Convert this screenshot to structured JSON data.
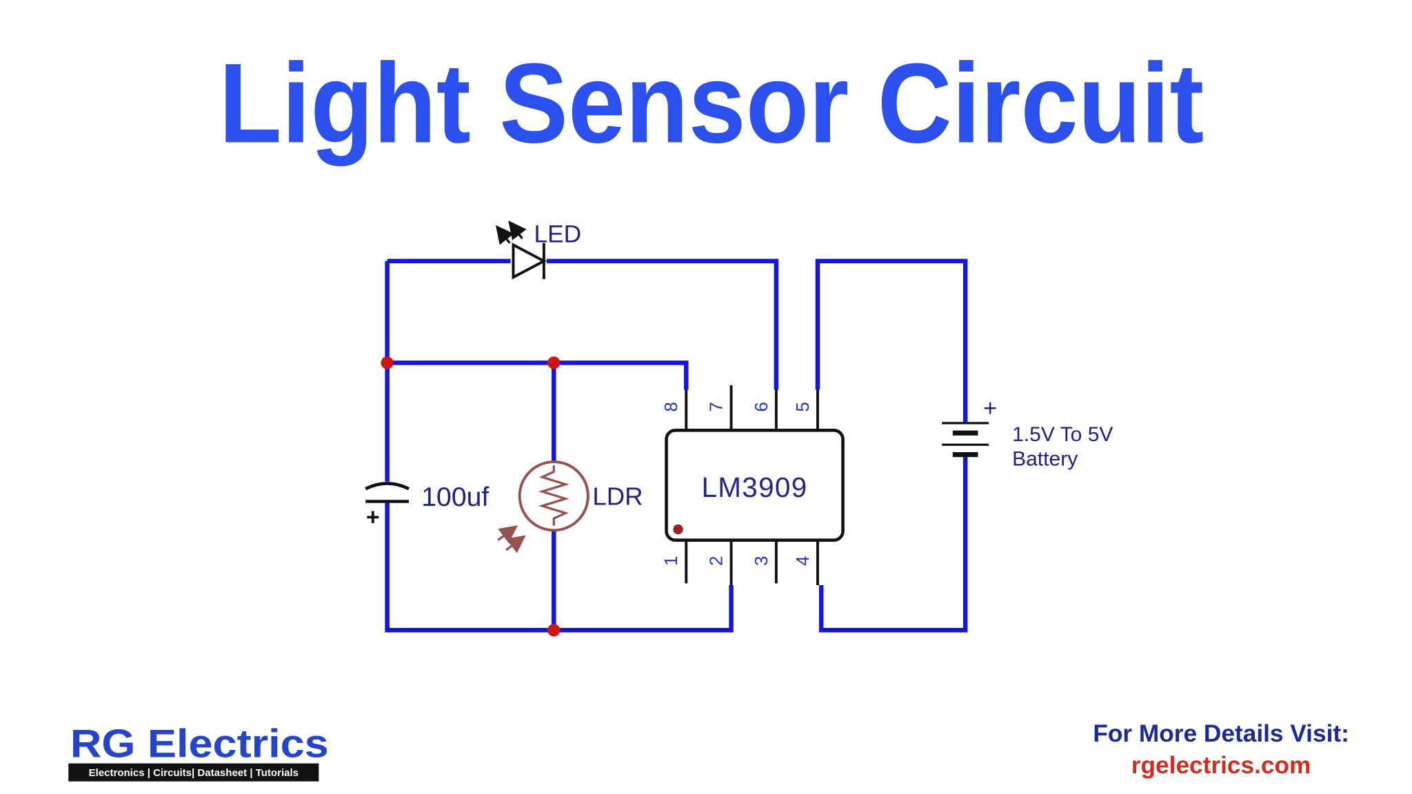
{
  "title": "Light Sensor Circuit",
  "colors": {
    "title_blue": "#2b50ee",
    "wire_blue": "#1515dd",
    "component_black": "#111111",
    "label_navy": "#1f1f8a",
    "pin_number_blue": "#2233cc",
    "node_red": "#cc1616",
    "ldr_brown": "#96524e",
    "ic_dot_maroon": "#9b2226",
    "brand_blue": "#2644c9",
    "link_red": "#d22b20"
  },
  "components": {
    "led": {
      "label": "LED"
    },
    "capacitor": {
      "label": "100uf",
      "polarity": "+"
    },
    "ldr": {
      "label": "LDR"
    },
    "ic": {
      "label": "LM3909",
      "pins_top": [
        "8",
        "7",
        "6",
        "5"
      ],
      "pins_bottom": [
        "1",
        "2",
        "3",
        "4"
      ]
    },
    "battery": {
      "polarity": "+",
      "label_line1": "1.5V To 5V",
      "label_line2": "Battery"
    }
  },
  "footer": {
    "brand": "RG Electrics",
    "tagline": "Electronics | Circuits| Datasheet | Tutorials",
    "visit_text": "For More Details Visit:",
    "visit_url": "rgelectrics.com"
  }
}
